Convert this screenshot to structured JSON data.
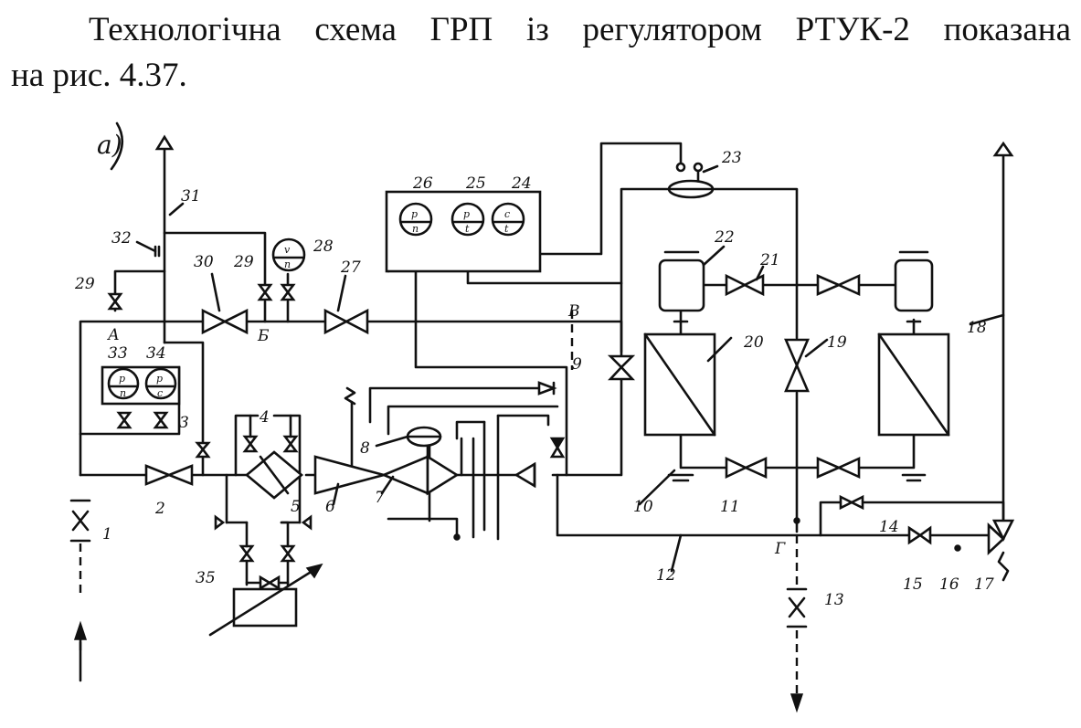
{
  "caption": {
    "line1": "Технологічна схема ГРП із регулятором РТУК-2 показана",
    "line2": "на рис. 4.37."
  },
  "diagram": {
    "figure_label": "а)",
    "points": {
      "A": "А",
      "B": "Б",
      "V": "В",
      "G": "Г"
    },
    "gauge_glyphs": {
      "p": "р",
      "n": "п",
      "t": "t",
      "c": "с",
      "v": "v"
    },
    "numbers": [
      "1",
      "2",
      "3",
      "4",
      "5",
      "6",
      "7",
      "8",
      "9",
      "10",
      "11",
      "12",
      "13",
      "14",
      "15",
      "16",
      "17",
      "18",
      "19",
      "20",
      "21",
      "22",
      "23",
      "24",
      "25",
      "26",
      "27",
      "28",
      "29",
      "29",
      "30",
      "31",
      "32",
      "33",
      "34",
      "35"
    ]
  }
}
